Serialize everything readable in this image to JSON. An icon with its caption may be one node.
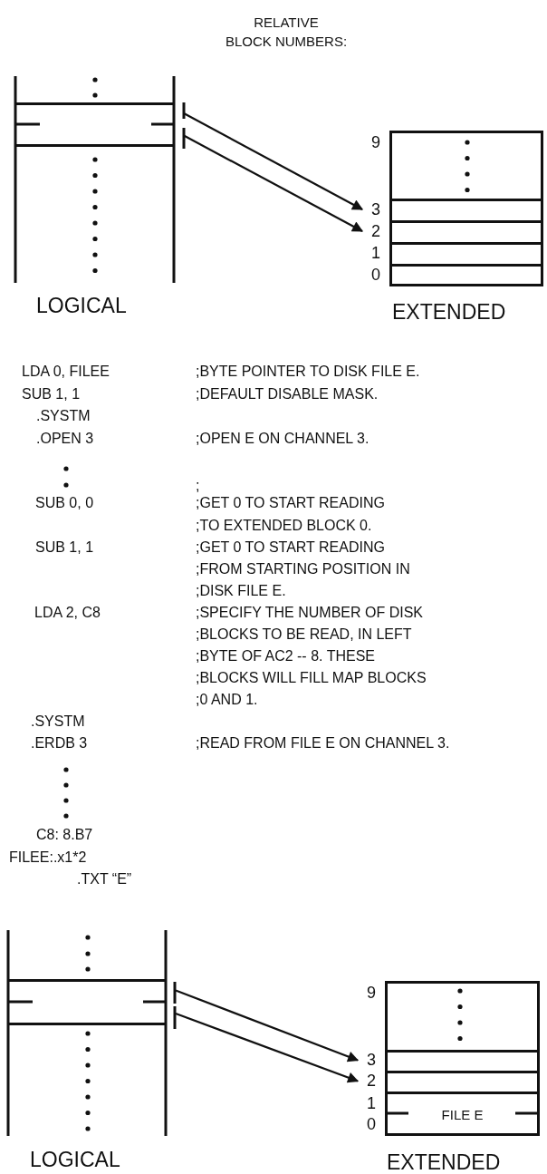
{
  "diagram": {
    "nodes": [
      {
        "text": [],
        "shape": "box"
      },
      {
        "text": [],
        "shape": "box"
      },
      {
        "text": [],
        "shape": "box",
        "beside": [
          "9"
        ]
      },
      {
        "text": [],
        "shape": "box",
        "beside": [
          "3"
        ]
      },
      {
        "text": [],
        "shape": "box",
        "beside": [
          "2"
        ]
      },
      {
        "text": [],
        "shape": "box",
        "beside": [
          "1"
        ]
      },
      {
        "text": [],
        "shape": "box",
        "beside": [
          "0"
        ]
      },
      {
        "text": [],
        "shape": "box"
      },
      {
        "text": [],
        "shape": "box"
      },
      {
        "text": [],
        "shape": "box",
        "beside": [
          "9"
        ]
      },
      {
        "text": [],
        "shape": "box",
        "beside": [
          "3"
        ]
      },
      {
        "text": [],
        "shape": "box",
        "beside": [
          "2"
        ]
      },
      {
        "text": [
          "FILE E"
        ],
        "beside": [
          "1",
          "0"
        ]
      }
    ],
    "edges": [
      {
        "from": 0,
        "to": 3,
        "arrow": "to"
      },
      {
        "from": 1,
        "to": 4,
        "arrow": "to"
      },
      {
        "from": 7,
        "to": 10,
        "arrow": "to"
      },
      {
        "from": 8,
        "to": 11,
        "arrow": "to"
      }
    ],
    "labels": [
      "RELATIVE BLOCK NUMBERS:",
      "LOGICAL",
      "EXTENDED",
      "LDA 0, FILEE",
      ";BYTE POINTER TO DISK FILE E.",
      "SUB 1, 1",
      ";DEFAULT DISABLE MASK.",
      ".SYSTM",
      ".OPEN 3",
      ";OPEN E ON CHANNEL 3.",
      ";",
      "SUB 0, 0",
      ";GET 0 TO START READING",
      ";TO EXTENDED BLOCK 0.",
      "SUB 1, 1",
      ";GET 0 TO START READING",
      ";FROM STARTING POSITION IN",
      ";DISK FILE E.",
      "LDA 2, C8",
      ";SPECIFY THE NUMBER OF DISK",
      ";BLOCKS TO BE READ, IN LEFT",
      ";BYTE OF AC2 -- 8. THESE",
      ";BLOCKS WILL FILL MAP BLOCKS",
      ";0 AND 1.",
      ".SYSTM",
      ".ERDB 3",
      ";READ FROM FILE E ON CHANNEL 3.",
      "C8: 8.B7",
      "FILEE:.x1*2",
      ".TXT “E”",
      "LOGICAL",
      "EXTENDED"
    ]
  }
}
